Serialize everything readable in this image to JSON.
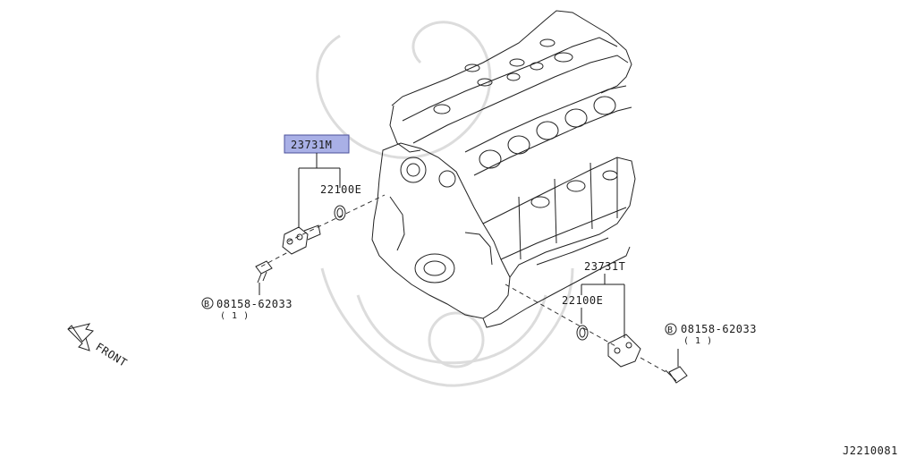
{
  "parts": {
    "sensor_upper": "23731M",
    "oring_upper": "22100E",
    "bolt_left_code": "08158-62033",
    "bolt_left_qty": "( 1 )",
    "sensor_lower": "23731T",
    "oring_lower": "22100E",
    "bolt_right_code": "08158-62033",
    "bolt_right_qty": "( 1 )",
    "bolt_symbol": "B"
  },
  "front_label": "FRONT",
  "diagram_id": "J2210081",
  "colors": {
    "highlight_fill": "#a9b0e6",
    "highlight_border": "#4a4f9a",
    "ink": "#1a1a1a"
  },
  "icons": {
    "front": "front-arrow-icon",
    "bolt": "bolt-icon",
    "engine": "engine-block-icon"
  }
}
